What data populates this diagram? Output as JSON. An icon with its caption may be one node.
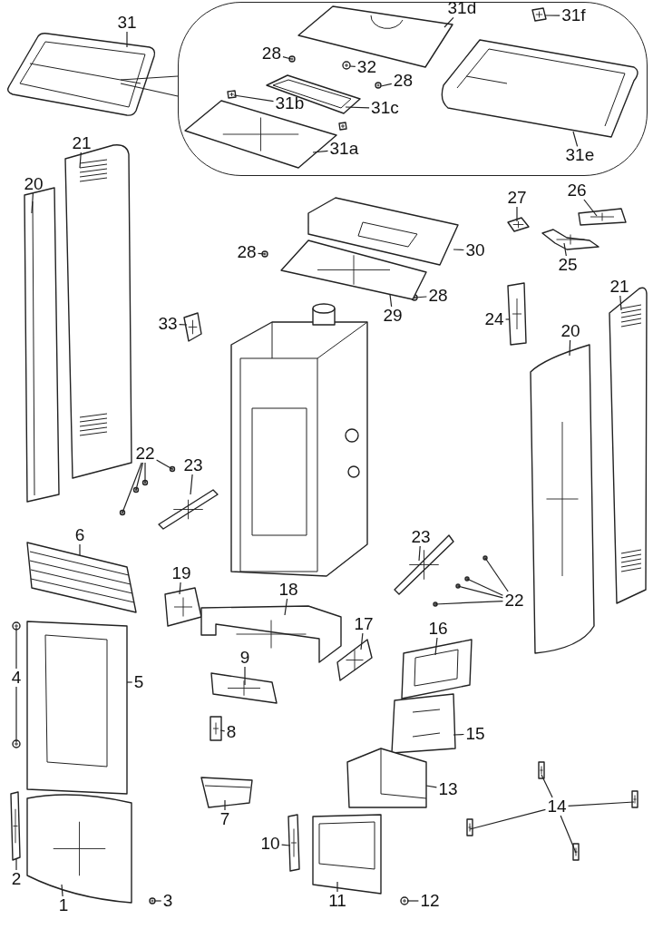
{
  "diagram": {
    "nodes": [
      {
        "text": [
          "31"
        ]
      },
      {
        "text": [],
        "shape": "box"
      },
      {
        "text": [
          "31d"
        ],
        "in": 1
      },
      {
        "text": [
          "31f"
        ],
        "in": 1
      },
      {
        "text": [
          "28"
        ],
        "in": 1
      },
      {
        "text": [
          "32"
        ],
        "in": 1
      },
      {
        "text": [
          "28"
        ],
        "in": 1
      },
      {
        "text": [
          "31b"
        ],
        "in": 1
      },
      {
        "text": [
          "31c"
        ],
        "in": 1
      },
      {
        "text": [
          "31e"
        ],
        "in": 1
      },
      {
        "text": [
          "31a"
        ],
        "in": 1
      },
      {
        "text": [
          "21"
        ]
      },
      {
        "text": [
          "20"
        ]
      },
      {
        "text": [
          "27"
        ]
      },
      {
        "text": [
          "26"
        ]
      },
      {
        "text": [
          "28"
        ]
      },
      {
        "text": [
          "30"
        ]
      },
      {
        "text": [
          "25"
        ]
      },
      {
        "text": [
          "28"
        ]
      },
      {
        "text": [
          "29"
        ]
      },
      {
        "text": [
          "24"
        ]
      },
      {
        "text": [
          "21"
        ]
      },
      {
        "text": [
          "33"
        ]
      },
      {
        "text": [
          "20"
        ]
      },
      {
        "text": [
          "22"
        ]
      },
      {
        "text": [
          "23"
        ]
      },
      {
        "text": [
          "6"
        ]
      },
      {
        "text": [
          "23"
        ]
      },
      {
        "text": [
          "22"
        ]
      },
      {
        "text": [
          "19"
        ]
      },
      {
        "text": [
          "18"
        ]
      },
      {
        "text": [
          "17"
        ]
      },
      {
        "text": [
          "16"
        ]
      },
      {
        "text": [
          "4"
        ]
      },
      {
        "text": [
          "5"
        ]
      },
      {
        "text": [
          "9"
        ]
      },
      {
        "text": [
          "8"
        ]
      },
      {
        "text": [
          "15"
        ]
      },
      {
        "text": [
          "13"
        ]
      },
      {
        "text": [
          "7"
        ]
      },
      {
        "text": [
          "14"
        ]
      },
      {
        "text": [
          "10"
        ]
      },
      {
        "text": [
          "2"
        ]
      },
      {
        "text": [
          "1"
        ]
      },
      {
        "text": [
          "3"
        ]
      },
      {
        "text": [
          "11"
        ]
      },
      {
        "text": [
          "12"
        ]
      },
      {
        "text": [],
        "shape": "picture"
      },
      {
        "text": [],
        "shape": "picture",
        "in": 1
      },
      {
        "text": [],
        "shape": "picture",
        "in": 1
      },
      {
        "text": [],
        "shape": "picture",
        "in": 1
      },
      {
        "text": [],
        "shape": "picture",
        "in": 1
      },
      {
        "text": [],
        "shape": "picture",
        "in": 1
      },
      {
        "text": [],
        "shape": "picture",
        "in": 1
      },
      {
        "text": [],
        "shape": "picture",
        "in": 1
      },
      {
        "text": [],
        "shape": "picture",
        "in": 1
      },
      {
        "text": [],
        "shape": "picture",
        "in": 1
      },
      {
        "text": [],
        "shape": "picture",
        "in": 1
      },
      {
        "text": [],
        "shape": "picture"
      },
      {
        "text": [],
        "shape": "picture"
      },
      {
        "text": [],
        "shape": "picture"
      },
      {
        "text": [],
        "shape": "picture"
      },
      {
        "text": [],
        "shape": "picture"
      },
      {
        "text": [],
        "shape": "picture"
      },
      {
        "text": [],
        "shape": "picture"
      },
      {
        "text": [],
        "shape": "picture"
      },
      {
        "text": [],
        "shape": "picture"
      },
      {
        "text": [],
        "shape": "picture"
      },
      {
        "text": [],
        "shape": "picture"
      },
      {
        "text": [],
        "shape": "picture"
      },
      {
        "text": [],
        "shape": "picture"
      },
      {
        "text": [],
        "shape": "picture"
      },
      {
        "text": [],
        "shape": "picture"
      },
      {
        "text": [],
        "shape": "picture"
      },
      {
        "text": [],
        "shape": "picture"
      },
      {
        "text": [],
        "shape": "picture"
      },
      {
        "text": [],
        "shape": "picture"
      },
      {
        "text": [],
        "shape": "picture"
      },
      {
        "text": [],
        "shape": "picture"
      },
      {
        "text": [],
        "shape": "picture"
      },
      {
        "text": [],
        "shape": "picture"
      },
      {
        "text": [],
        "shape": "picture"
      },
      {
        "text": [],
        "shape": "picture"
      },
      {
        "text": [],
        "shape": "picture"
      },
      {
        "text": [],
        "shape": "picture"
      },
      {
        "text": [],
        "shape": "picture"
      },
      {
        "text": [],
        "shape": "picture"
      },
      {
        "text": [],
        "shape": "picture"
      },
      {
        "text": [],
        "shape": "picture"
      },
      {
        "text": [],
        "shape": "picture"
      },
      {
        "text": [],
        "shape": "picture"
      },
      {
        "text": [],
        "shape": "picture"
      },
      {
        "text": [],
        "shape": "picture"
      },
      {
        "text": [],
        "shape": "picture"
      },
      {
        "text": [],
        "shape": "picture"
      },
      {
        "text": [],
        "shape": "picture"
      },
      {
        "text": [],
        "shape": "picture"
      },
      {
        "text": [],
        "shape": "picture"
      },
      {
        "text": [],
        "shape": "picture"
      },
      {
        "text": [],
        "shape": "picture"
      },
      {
        "text": [],
        "shape": "picture"
      },
      {
        "text": [],
        "shape": "picture"
      },
      {
        "text": [],
        "shape": "picture"
      },
      {
        "text": [],
        "shape": "picture"
      }
    ],
    "edges": [
      {
        "from": 0,
        "to": 47,
        "arrow": "none"
      },
      {
        "from": 47,
        "to": 1,
        "arrow": "none"
      },
      {
        "from": 47,
        "to": 1,
        "arrow": "none"
      },
      {
        "from": 2,
        "to": 48,
        "arrow": "none"
      },
      {
        "from": 3,
        "to": 49,
        "arrow": "none"
      },
      {
        "from": 4,
        "to": 50,
        "arrow": "none"
      },
      {
        "from": 5,
        "to": 51,
        "arrow": "none"
      },
      {
        "from": 6,
        "to": 52,
        "arrow": "none"
      },
      {
        "from": 7,
        "to": 53,
        "arrow": "none"
      },
      {
        "from": 8,
        "to": 54,
        "arrow": "none"
      },
      {
        "from": 9,
        "to": 55,
        "arrow": "none"
      },
      {
        "from": 10,
        "to": 56,
        "arrow": "none"
      },
      {
        "from": 11,
        "to": 58,
        "arrow": "none"
      },
      {
        "from": 12,
        "to": 59,
        "arrow": "none"
      },
      {
        "from": 13,
        "to": 60,
        "arrow": "none"
      },
      {
        "from": 14,
        "to": 61,
        "arrow": "none"
      },
      {
        "from": 15,
        "to": 62,
        "arrow": "none"
      },
      {
        "from": 16,
        "to": 63,
        "arrow": "none"
      },
      {
        "from": 17,
        "to": 64,
        "arrow": "none"
      },
      {
        "from": 18,
        "to": 65,
        "arrow": "none"
      },
      {
        "from": 19,
        "to": 66,
        "arrow": "none"
      },
      {
        "from": 20,
        "to": 67,
        "arrow": "none"
      },
      {
        "from": 21,
        "to": 68,
        "arrow": "none"
      },
      {
        "from": 22,
        "to": 69,
        "arrow": "none"
      },
      {
        "from": 23,
        "to": 70,
        "arrow": "none"
      },
      {
        "from": 24,
        "to": 71,
        "arrow": "none"
      },
      {
        "from": 24,
        "to": 72,
        "arrow": "none"
      },
      {
        "from": 24,
        "to": 73,
        "arrow": "none"
      },
      {
        "from": 24,
        "to": 74,
        "arrow": "none"
      },
      {
        "from": 25,
        "to": 75,
        "arrow": "none"
      },
      {
        "from": 26,
        "to": 76,
        "arrow": "none"
      },
      {
        "from": 27,
        "to": 77,
        "arrow": "none"
      },
      {
        "from": 28,
        "to": 78,
        "arrow": "none"
      },
      {
        "from": 28,
        "to": 79,
        "arrow": "none"
      },
      {
        "from": 28,
        "to": 80,
        "arrow": "none"
      },
      {
        "from": 28,
        "to": 81,
        "arrow": "none"
      },
      {
        "from": 29,
        "to": 82,
        "arrow": "none"
      },
      {
        "from": 30,
        "to": 83,
        "arrow": "none"
      },
      {
        "from": 31,
        "to": 84,
        "arrow": "none"
      },
      {
        "from": 32,
        "to": 85,
        "arrow": "none"
      },
      {
        "from": 33,
        "to": 86,
        "arrow": "none"
      },
      {
        "from": 33,
        "to": 87,
        "arrow": "none"
      },
      {
        "from": 34,
        "to": 88,
        "arrow": "none"
      },
      {
        "from": 35,
        "to": 89,
        "arrow": "none"
      },
      {
        "from": 36,
        "to": 90,
        "arrow": "none"
      },
      {
        "from": 37,
        "to": 91,
        "arrow": "none"
      },
      {
        "from": 38,
        "to": 92,
        "arrow": "none"
      },
      {
        "from": 39,
        "to": 93,
        "arrow": "none"
      },
      {
        "from": 40,
        "to": 94,
        "arrow": "none"
      },
      {
        "from": 40,
        "to": 95,
        "arrow": "none"
      },
      {
        "from": 40,
        "to": 96,
        "arrow": "none"
      },
      {
        "from": 40,
        "to": 97,
        "arrow": "none"
      },
      {
        "from": 41,
        "to": 98,
        "arrow": "none"
      },
      {
        "from": 42,
        "to": 99,
        "arrow": "none"
      },
      {
        "from": 43,
        "to": 100,
        "arrow": "none"
      },
      {
        "from": 44,
        "to": 101,
        "arrow": "none"
      },
      {
        "from": 45,
        "to": 102,
        "arrow": "none"
      },
      {
        "from": 46,
        "to": 103,
        "arrow": "none"
      }
    ]
  }
}
